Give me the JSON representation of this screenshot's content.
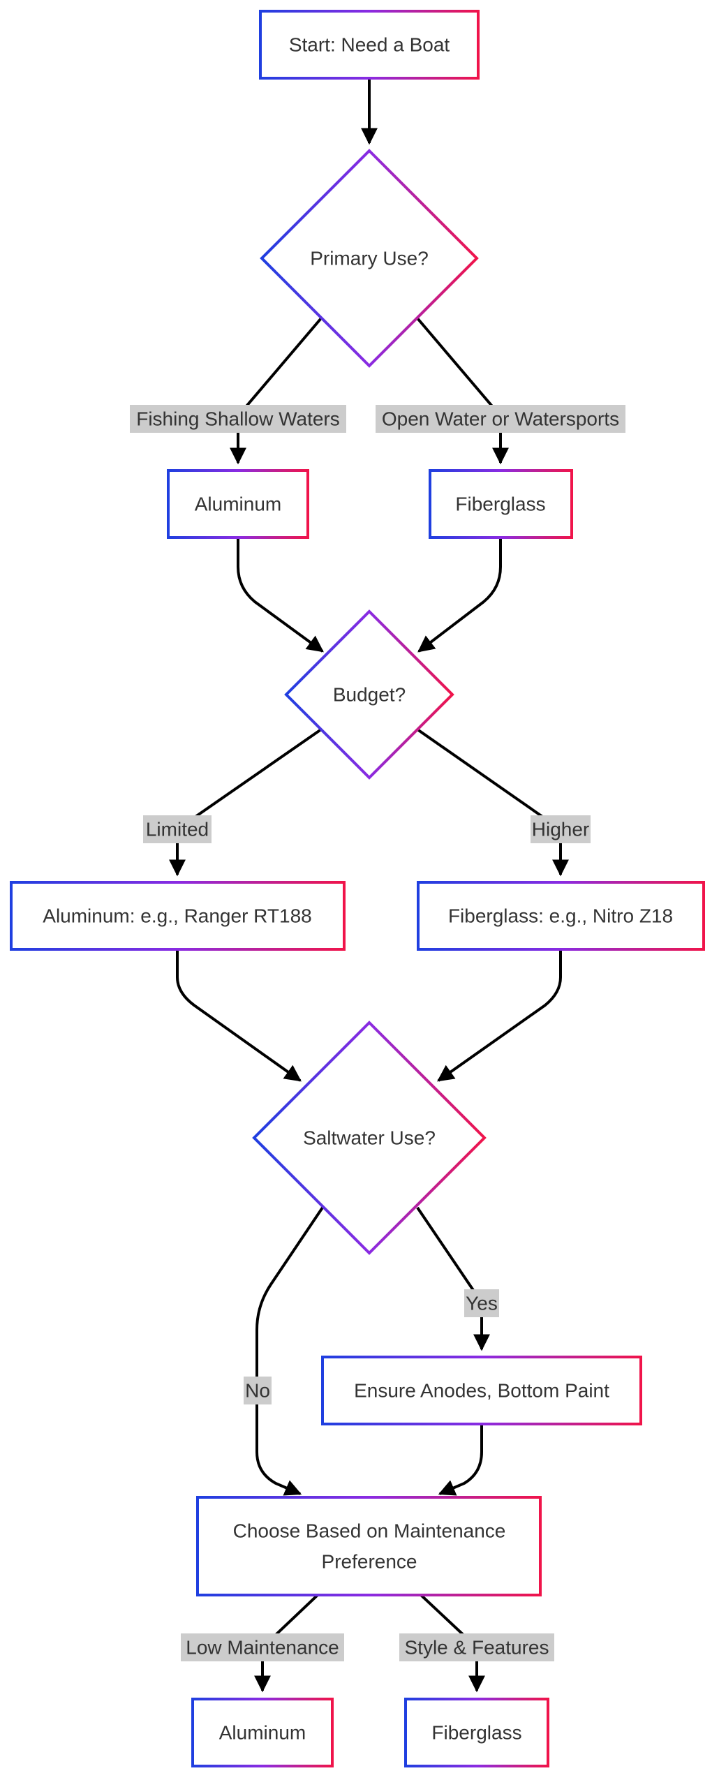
{
  "colors": {
    "gradient_start": "#1f3fe0",
    "gradient_mid": "#8a2be2",
    "gradient_end": "#f0144a",
    "label_background": "#cccccc",
    "edge": "#000000",
    "text": "#333333"
  },
  "nodes": {
    "start": "Start: Need a Boat",
    "primary_use": "Primary Use?",
    "aluminum_1": "Aluminum",
    "fiberglass_1": "Fiberglass",
    "budget": "Budget?",
    "aluminum_ranger": "Aluminum: e.g., Ranger RT188",
    "fiberglass_nitro": "Fiberglass: e.g., Nitro Z18",
    "saltwater": "Saltwater Use?",
    "anodes": "Ensure Anodes, Bottom Paint",
    "maintenance_line1": "Choose Based on Maintenance",
    "maintenance_line2": "Preference",
    "aluminum_2": "Aluminum",
    "fiberglass_2": "Fiberglass"
  },
  "edge_labels": {
    "fishing": "Fishing Shallow Waters",
    "open_water": "Open Water or Watersports",
    "limited": "Limited",
    "higher": "Higher",
    "yes": "Yes",
    "no": "No",
    "low_maintenance": "Low Maintenance",
    "style_features": "Style & Features"
  }
}
